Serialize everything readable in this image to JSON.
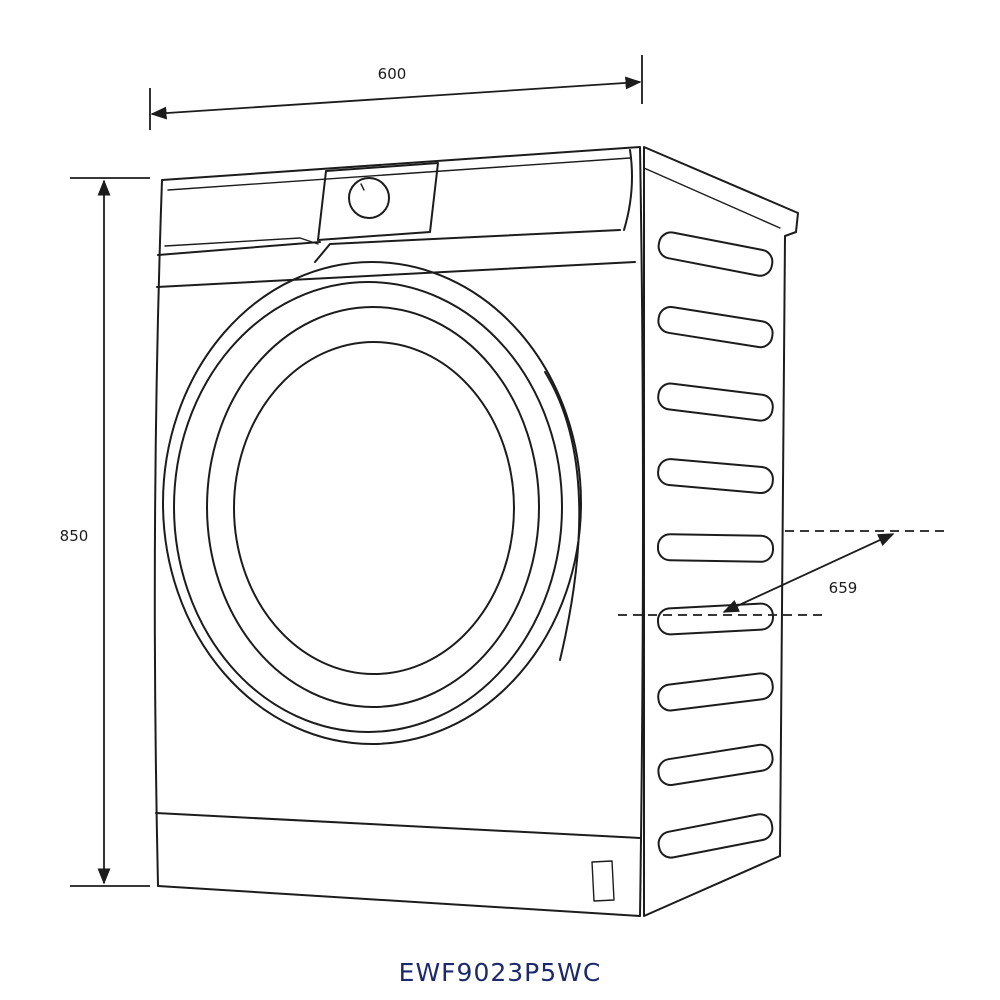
{
  "dimensions": {
    "width": "600",
    "height": "850",
    "depth": "659"
  },
  "model_name": "EWF9023P5WC",
  "colors": {
    "line": "#1c1c1c",
    "model_text": "#1a2a6c",
    "background": "#ffffff"
  }
}
